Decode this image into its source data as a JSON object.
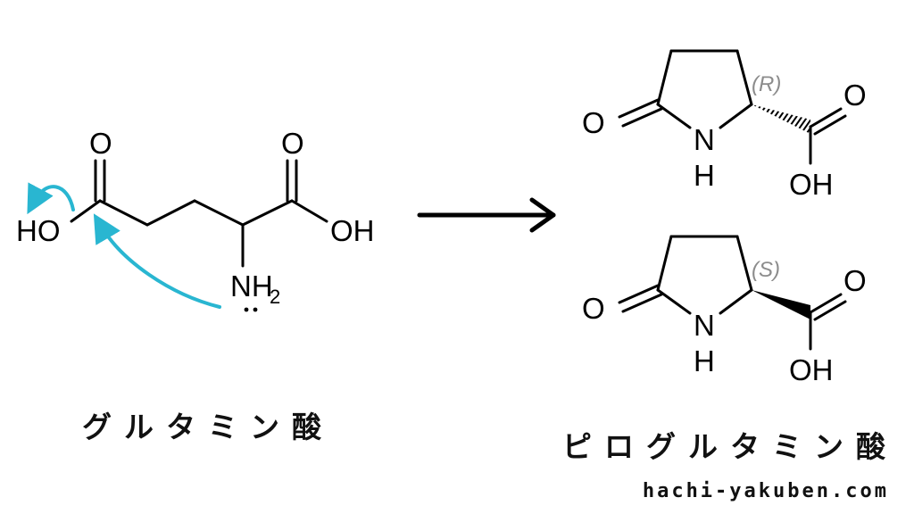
{
  "glutamic_acid": {
    "caption": "グルタミン酸",
    "atoms": {
      "ho_left": "HO",
      "o_left": "O",
      "o_right": "O",
      "oh_right": "OH",
      "nh": "NH",
      "nh_sub": "2"
    }
  },
  "pyroglutamic_acid": {
    "caption": "ピログルタミン酸",
    "r_isomer": {
      "label": "(R)",
      "o_ring": "O",
      "n": "N",
      "h": "H",
      "o_acid": "O",
      "oh": "OH"
    },
    "s_isomer": {
      "label": "(S)",
      "o_ring": "O",
      "n": "N",
      "h": "H",
      "o_acid": "O",
      "oh": "OH"
    }
  },
  "footer": {
    "site": "hachi-yakuben.com"
  },
  "colors": {
    "mechanism_arrow": "#29b6d1",
    "bonds": "#000000",
    "stereo_label": "#8c8c8c"
  }
}
